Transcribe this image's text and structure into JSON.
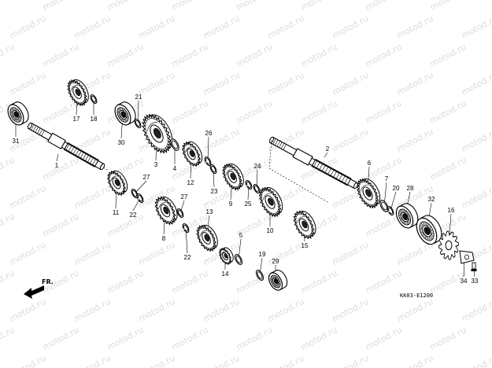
{
  "watermark": "motod.ru",
  "catalog_code": "KK03-E1200",
  "direction_label": "FR.",
  "parts": [
    {
      "num": "31",
      "name": "bearing"
    },
    {
      "num": "1",
      "name": "mainshaft"
    },
    {
      "num": "17",
      "name": "gear"
    },
    {
      "num": "18",
      "name": "bushing"
    },
    {
      "num": "21",
      "name": "washer"
    },
    {
      "num": "30",
      "name": "bearing"
    },
    {
      "num": "3",
      "name": "gear"
    },
    {
      "num": "4",
      "name": "bushing"
    },
    {
      "num": "12",
      "name": "gear"
    },
    {
      "num": "26",
      "name": "circlip"
    },
    {
      "num": "23",
      "name": "washer"
    },
    {
      "num": "9",
      "name": "gear"
    },
    {
      "num": "24",
      "name": "washer"
    },
    {
      "num": "25",
      "name": "circlip"
    },
    {
      "num": "10",
      "name": "gear"
    },
    {
      "num": "2",
      "name": "countershaft"
    },
    {
      "num": "6",
      "name": "gear"
    },
    {
      "num": "7",
      "name": "washer"
    },
    {
      "num": "20",
      "name": "circlip"
    },
    {
      "num": "28",
      "name": "bearing"
    },
    {
      "num": "32",
      "name": "oil-seal"
    },
    {
      "num": "16",
      "name": "sprocket"
    },
    {
      "num": "34",
      "name": "plate"
    },
    {
      "num": "33",
      "name": "bolt"
    },
    {
      "num": "11",
      "name": "gear"
    },
    {
      "num": "27",
      "name": "washer"
    },
    {
      "num": "22",
      "name": "circlip"
    },
    {
      "num": "8",
      "name": "gear"
    },
    {
      "num": "13",
      "name": "gear"
    },
    {
      "num": "14",
      "name": "gear"
    },
    {
      "num": "5",
      "name": "bushing"
    },
    {
      "num": "19",
      "name": "washer"
    },
    {
      "num": "29",
      "name": "bearing"
    },
    {
      "num": "15",
      "name": "gear"
    }
  ]
}
